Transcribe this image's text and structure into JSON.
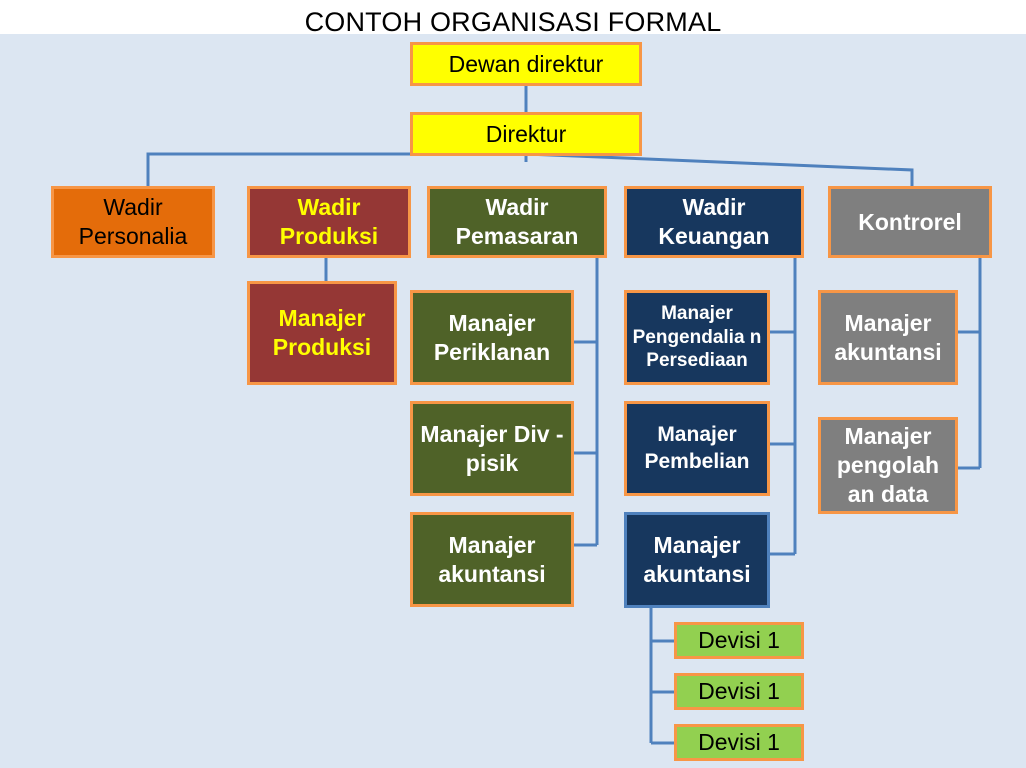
{
  "title": "CONTOH ORGANISASI FORMAL",
  "colors": {
    "background": "#dce6f2",
    "connector": "#4f81bd",
    "border_orange": "#f79646",
    "yellow": "#ffff00",
    "orange": "#e46c0a",
    "maroon": "#953735",
    "olive": "#4f6228",
    "navy": "#17375e",
    "gray": "#7f7f7f",
    "green": "#92d050",
    "yellow_text": "#ffff00"
  },
  "nodes": {
    "dewan_direktur": "Dewan direktur",
    "direktur": "Direktur",
    "wadir_personalia": "Wadir Personalia",
    "wadir_produksi": "Wadir Produksi",
    "wadir_pemasaran": "Wadir Pemasaran",
    "wadir_keuangan": "Wadir Keuangan",
    "kontrorel": "Kontrorel",
    "manajer_produksi": "Manajer Produksi",
    "manajer_periklanan": "Manajer Periklanan",
    "manajer_div_pisik": "Manajer Div -pisik",
    "manajer_akuntansi_pemasaran": "Manajer akuntansi",
    "manajer_pengendalian_persediaan": "Manajer Pengendalia n Persediaan",
    "manajer_pembelian": "Manajer Pembelian",
    "manajer_akuntansi_keuangan": "Manajer akuntansi",
    "manajer_akuntansi_kontrorel": "Manajer akuntansi",
    "manajer_pengolahan_data": "Manajer pengolah an data",
    "devisi_1a": "Devisi 1",
    "devisi_1b": "Devisi 1",
    "devisi_1c": "Devisi 1"
  }
}
